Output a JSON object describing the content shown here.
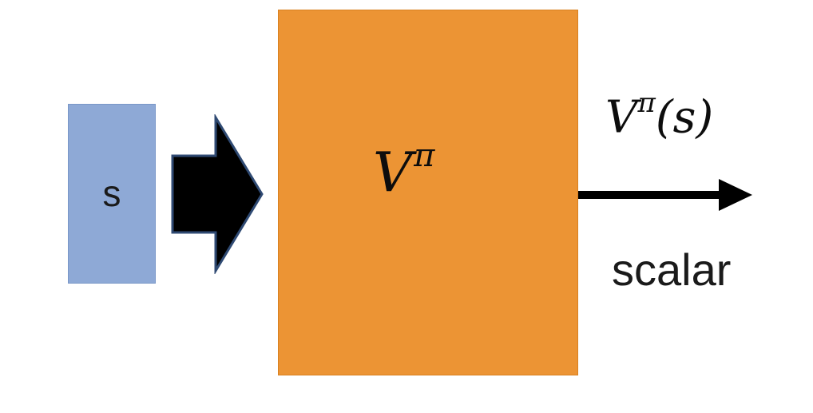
{
  "input": {
    "label": "s"
  },
  "critic": {
    "symbol": "V",
    "superscript": "π"
  },
  "output": {
    "symbol": "V",
    "superscript": "π",
    "argument": "(s)",
    "type_label": "scalar"
  },
  "colors": {
    "input_box": "#8EA9D6",
    "critic_box": "#EC9434",
    "arrow": "#000000",
    "arrow_outline": "#2F4A73"
  }
}
